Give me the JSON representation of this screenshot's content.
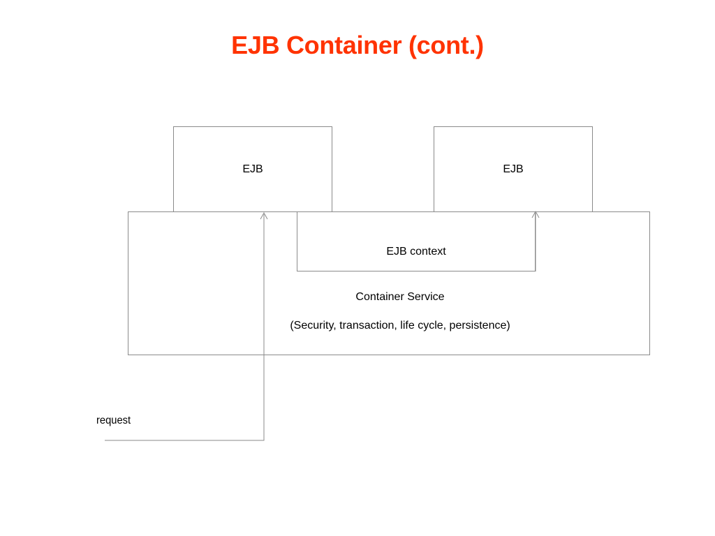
{
  "title": "EJB Container (cont.)",
  "colors": {
    "title": "#ff3300",
    "border": "#8a8a8a",
    "line": "#8a8a8a"
  },
  "diagram": {
    "ejb_left_label": "EJB",
    "ejb_right_label": "EJB",
    "context_label": "EJB context",
    "container_service_label": "Container Service",
    "container_service_detail": "(Security, transaction, life cycle, persistence)",
    "request_label": "request"
  }
}
